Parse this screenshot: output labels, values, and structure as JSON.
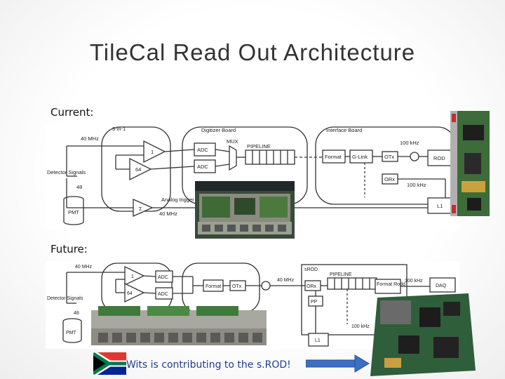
{
  "slide": {
    "title": "TileCal Read Out Architecture",
    "current_label": "Current:",
    "future_label": "Future:",
    "credit": "Wits is contributing to the s.ROD!"
  },
  "current": {
    "three_in_one": "3-in-1",
    "freq_40a": "40 MHz",
    "gain_1": "1",
    "gain_64": "64",
    "detector_signals": "Detector Signals",
    "n48": "48",
    "pmt": "PMT",
    "digitizer_board": "Digitizer Board",
    "adc1": "ADC",
    "adc2": "ADC",
    "mux": "MUX",
    "pipeline": "PIPELINE",
    "analog_trigger": "Analog trigger",
    "sigma": "Σ",
    "freq_40b": "40 MHz",
    "interface_board": "Interface Board",
    "format": "Format",
    "glink": "G-Link",
    "otx": "OTx",
    "orx": "ORx",
    "freq_100k_a": "100 kHz",
    "rod": "ROD",
    "freq_100k_b": "100 kHz",
    "l1": "L1"
  },
  "future": {
    "freq_40a": "40 MHz",
    "gain_1": "1",
    "gain_64": "64",
    "adc1": "ADC",
    "adc2": "ADC",
    "format": "Format",
    "otx": "OTx",
    "freq_40b": "40 MHz",
    "detector_signals": "Detector Signals",
    "n48": "48",
    "pmt": "PMT",
    "srod": "sROD",
    "pipeline": "PIPELINE",
    "orx": "ORx",
    "pp": "PP",
    "format_rod": "Format Rodd",
    "freq_100k_a": "100 kHz",
    "daq": "DAQ",
    "freq_100k_b": "100 kHz",
    "l1": "L1"
  }
}
